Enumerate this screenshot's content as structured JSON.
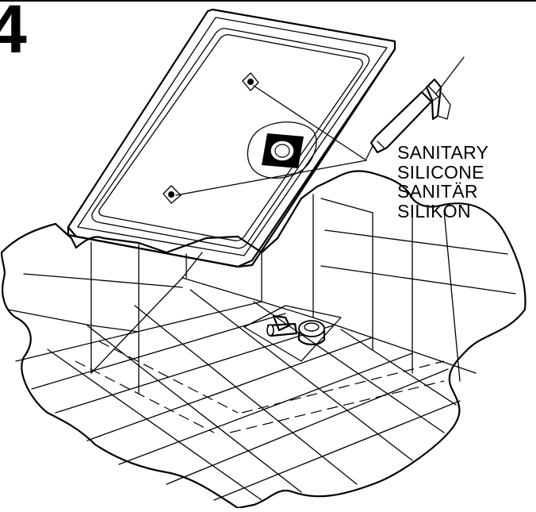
{
  "step": {
    "number": "4"
  },
  "callout": {
    "lines": [
      "SANITARY",
      "SILICONE",
      "SANITÄR",
      "SILIKON"
    ]
  },
  "icons": {
    "shower_tray": "shower-tray-icon",
    "silicone_cartridge": "silicone-cartridge-icon",
    "drain_waste": "drain-waste-icon",
    "floor_tiles": "floor-tiles-icon"
  }
}
